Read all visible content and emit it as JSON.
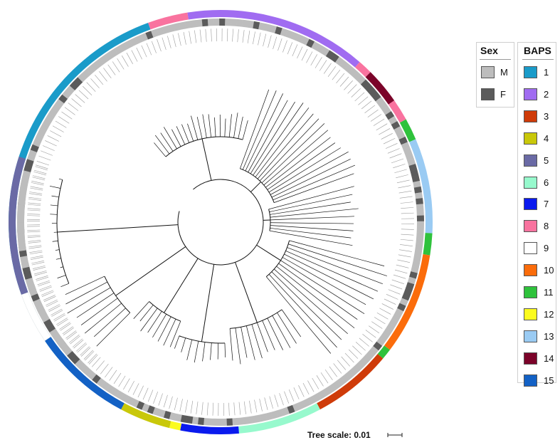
{
  "legends": {
    "sex": {
      "title": "Sex",
      "items": [
        {
          "label": "M",
          "color": "#bdbdbd"
        },
        {
          "label": "F",
          "color": "#5b5b5b"
        }
      ]
    },
    "baps": {
      "title": "BAPS",
      "items": [
        {
          "label": "1",
          "color": "#1a9bc9"
        },
        {
          "label": "2",
          "color": "#a06cf1"
        },
        {
          "label": "3",
          "color": "#cf3b09"
        },
        {
          "label": "4",
          "color": "#c9c80a"
        },
        {
          "label": "5",
          "color": "#6a6aa5"
        },
        {
          "label": "6",
          "color": "#97f9cd"
        },
        {
          "label": "7",
          "color": "#0a1aee"
        },
        {
          "label": "8",
          "color": "#f9739f"
        },
        {
          "label": "9",
          "color": "#ffffff"
        },
        {
          "label": "10",
          "color": "#fb6c0b"
        },
        {
          "label": "11",
          "color": "#2fc23c"
        },
        {
          "label": "12",
          "color": "#fbfb1e"
        },
        {
          "label": "13",
          "color": "#9acbf3"
        },
        {
          "label": "14",
          "color": "#7b0329"
        },
        {
          "label": "15",
          "color": "#1361c5"
        }
      ]
    }
  },
  "tree_scale": {
    "label": "Tree scale: 0.01"
  },
  "ring_segments": [
    {
      "baps": "1",
      "start": -138,
      "end": -20
    },
    {
      "baps": "8",
      "start": -20,
      "end": -9
    },
    {
      "baps": "2",
      "start": -9,
      "end": 41
    },
    {
      "baps": "8",
      "start": 41,
      "end": 45
    },
    {
      "baps": "14",
      "start": 45,
      "end": 55
    },
    {
      "baps": "8",
      "start": 55,
      "end": 61
    },
    {
      "baps": "11",
      "start": 61,
      "end": 67
    },
    {
      "baps": "13",
      "start": 67,
      "end": 93
    },
    {
      "baps": "11",
      "start": 93,
      "end": 99
    },
    {
      "baps": "10",
      "start": 99,
      "end": 127
    },
    {
      "baps": "11",
      "start": 127,
      "end": 130
    },
    {
      "baps": "3",
      "start": 130,
      "end": 152
    },
    {
      "baps": "6",
      "start": 152,
      "end": 175
    },
    {
      "baps": "7",
      "start": 175,
      "end": 191
    },
    {
      "baps": "12",
      "start": 191,
      "end": 194
    },
    {
      "baps": "4",
      "start": 194,
      "end": 208
    },
    {
      "baps": "15",
      "start": 208,
      "end": 236
    },
    {
      "baps": "9",
      "start": 236,
      "end": 250
    },
    {
      "baps": "5",
      "start": 250,
      "end": 288
    }
  ]
}
